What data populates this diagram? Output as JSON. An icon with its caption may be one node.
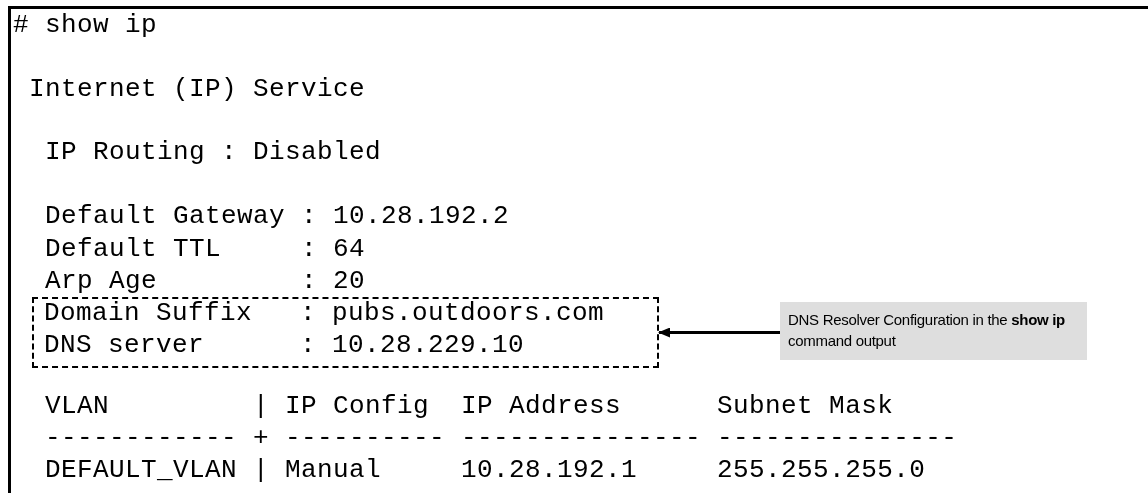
{
  "diagram": {
    "nodes": [
      {
        "text": [
          "Domain Suffix   : pubs.outdoors.com",
          "DNS server      : 10.28.229.10"
        ]
      },
      {
        "text": [
          "DNS Resolver Configuration in the **show ip** command output"
        ]
      }
    ],
    "edges": [
      {
        "from": 1,
        "to": 0,
        "arrow": "to"
      }
    ],
    "labels": [
      "# show ip",
      "Internet (IP) Service",
      "IP Routing : Disabled",
      "Default Gateway : 10.28.192.2",
      "Default TTL     : 64",
      "Arp Age         : 20",
      "VLAN         | IP Config  IP Address      Subnet Mask",
      "------------ + ---------- --------------- ---------------",
      "DEFAULT_VLAN | Manual     10.28.192.1     255.255.255.0"
    ]
  }
}
